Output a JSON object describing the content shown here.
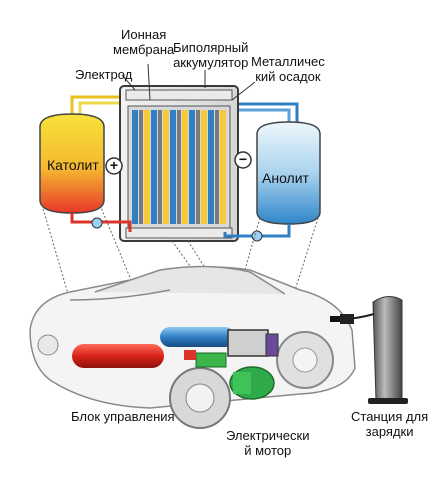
{
  "labels": {
    "ion_membrane": [
      "Ионная",
      "мембрана"
    ],
    "bipolar_battery": [
      "Биполярный",
      "аккумулятор"
    ],
    "metal_deposit": [
      "Металличес",
      "кий осадок"
    ],
    "electrode": "Электрод",
    "catholyte": "Католит",
    "anolyte": "Анолит",
    "plus_sign": "+",
    "minus_sign": "−",
    "control_unit": "Блок управления",
    "electric_motor": [
      "Электрически",
      "й мотор"
    ],
    "charging_station": [
      "Станция для",
      "зарядки"
    ]
  },
  "colors": {
    "catholyte_top": "#f7e23a",
    "catholyte_bottom": "#e8362a",
    "anolyte_top": "#e8f4fb",
    "anolyte_bottom": "#2f86c9",
    "pipe_yellow": "#e8c21a",
    "pipe_blue": "#2f7fc4",
    "pipe_red": "#d9342a",
    "stack_frame": "#3a3a3a",
    "car_outline": "#8a8a8a",
    "motor_green": "#2faa4a",
    "control_green": "#3cb54a"
  }
}
